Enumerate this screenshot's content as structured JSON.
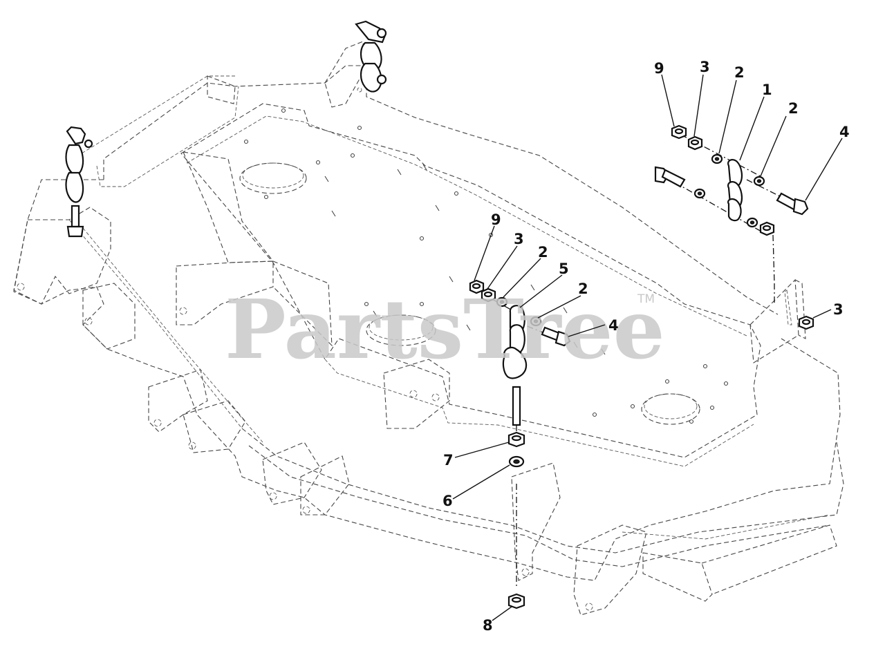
{
  "callouts": [
    {
      "id": "c1",
      "label": "9"
    },
    {
      "id": "c2",
      "label": "3"
    },
    {
      "id": "c3",
      "label": "2"
    },
    {
      "id": "c4",
      "label": "1"
    },
    {
      "id": "c5",
      "label": "2"
    },
    {
      "id": "c6",
      "label": "4"
    },
    {
      "id": "c7",
      "label": "9"
    },
    {
      "id": "c8",
      "label": "3"
    },
    {
      "id": "c9",
      "label": "2"
    },
    {
      "id": "c10",
      "label": "5"
    },
    {
      "id": "c11",
      "label": "2"
    },
    {
      "id": "c12",
      "label": "4"
    },
    {
      "id": "c13",
      "label": "3"
    },
    {
      "id": "c14",
      "label": "7"
    },
    {
      "id": "c15",
      "label": "6"
    },
    {
      "id": "c16",
      "label": "8"
    }
  ],
  "watermark": {
    "text": "PartsTree",
    "trademark": "TM"
  }
}
